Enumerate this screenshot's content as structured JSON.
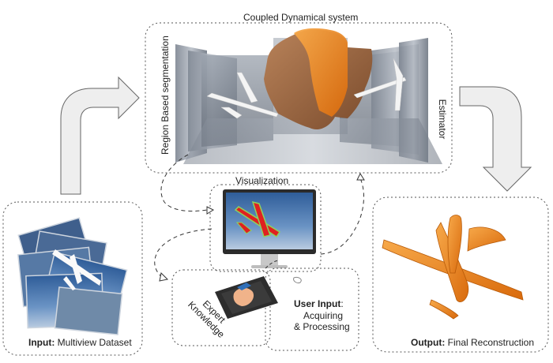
{
  "labels": {
    "coupled_system": "Coupled Dynamical system",
    "region_segmentation": "Region Based segmentation",
    "estimator": "Estimator",
    "visualization": "Visualization",
    "input_bold": "Input:",
    "input_rest": " Multiview Dataset",
    "output_bold": "Output:",
    "output_rest": " Final Reconstruction",
    "user_input_bold": "User Input",
    "user_input_colon": ":",
    "acquiring": "Acquiring",
    "processing": "& Processing",
    "expert": "Expert",
    "knowledge": "Knowledge"
  },
  "colors": {
    "box_border": "#555555",
    "arrow_fill": "#eeeeee",
    "arrow_stroke": "#666666",
    "reconstruction_orange": "#f08a1c",
    "segmentation_red": "#e02020",
    "segmentation_green": "#8ed35c",
    "sky_blue": "#5d86b8"
  }
}
